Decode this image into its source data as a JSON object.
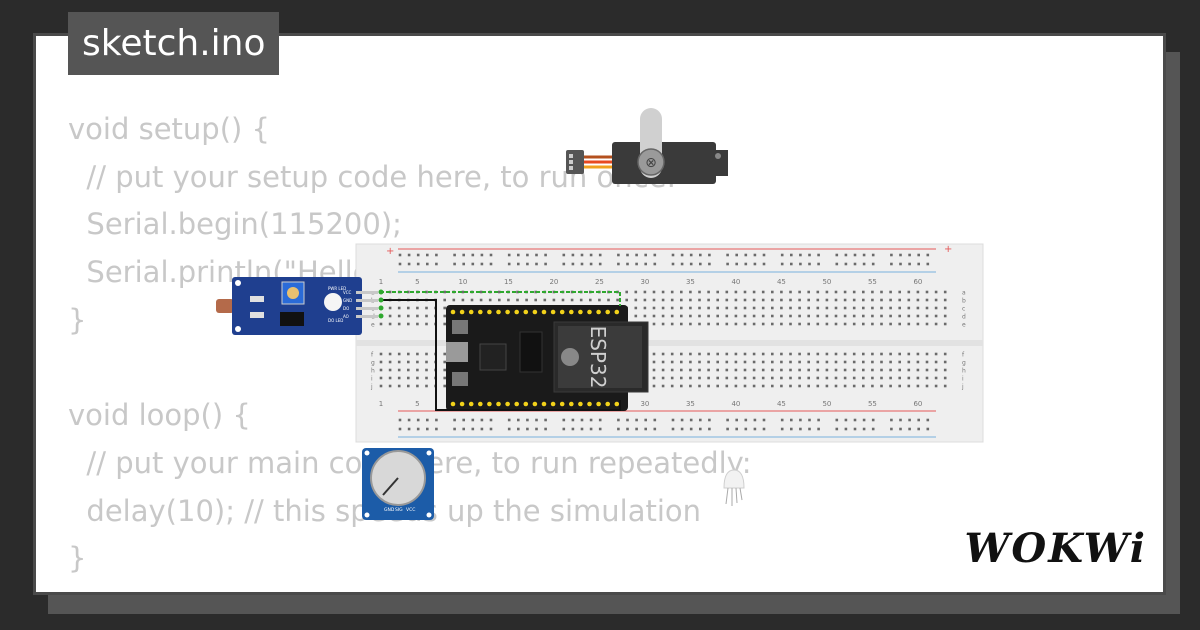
{
  "file_tab": {
    "name": "sketch.ino"
  },
  "code_lines": [
    "void setup() {",
    "  // put your setup code here, to run once:",
    "  Serial.begin(115200);",
    "  Serial.println(\"Hello, ESP32!\");",
    "}",
    "",
    "void loop() {",
    "  // put your main code here, to run repeatedly:",
    "  delay(10); // this speeds up the simulation",
    "}"
  ],
  "esp32": {
    "label": "ESP32"
  },
  "breadboard": {
    "column_numbers": [
      "1",
      "5",
      "10",
      "15",
      "20",
      "25",
      "30",
      "35",
      "40",
      "45",
      "50",
      "55",
      "60"
    ],
    "row_letters_top": [
      "a",
      "b",
      "c",
      "d",
      "e"
    ],
    "row_letters_bottom": [
      "f",
      "g",
      "h",
      "i",
      "j"
    ]
  },
  "ldr_module": {
    "pin_labels": [
      "VCC",
      "GND",
      "DO",
      "AO"
    ],
    "led_labels": [
      "PWR LED",
      "DO LED"
    ]
  },
  "potentiometer": {
    "pin_labels": [
      "GND",
      "SIG",
      "VCC"
    ]
  },
  "brand": {
    "logo_text": "WOKWi"
  },
  "colors": {
    "background": "#2b2b2b",
    "card": "#ffffff",
    "tab": "#555555",
    "code_text": "#c8c8c8",
    "breadboard": "#efefef",
    "esp32_board": "#1a1a1a",
    "module_blue": "#1f3f8f",
    "wire_green": "#2fa82f",
    "wire_black": "#111111",
    "rail_red": "#e45858",
    "rail_blue": "#7ab2dc"
  }
}
